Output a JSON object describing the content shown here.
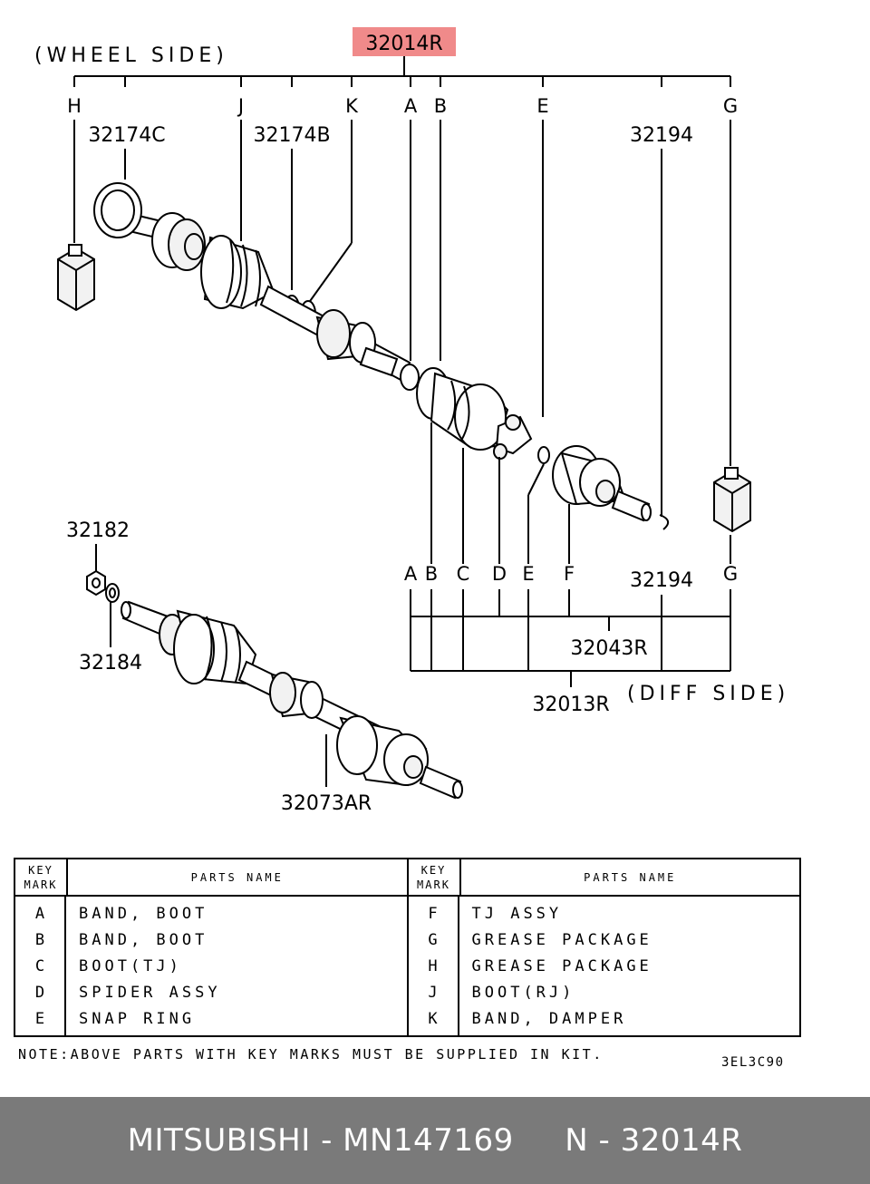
{
  "diagram": {
    "main_part": "32014R",
    "main_part_highlight": "#f08a8a",
    "wheel_side": "(WHEEL  SIDE)",
    "diff_side": "(DIFF  SIDE)",
    "top_letters": {
      "h": "H",
      "j": "J",
      "k": "K",
      "a": "A",
      "b": "B",
      "e": "E",
      "g": "G"
    },
    "bottom_letters": {
      "a": "A",
      "b": "B",
      "c": "C",
      "d": "D",
      "e": "E",
      "f": "F",
      "g": "G"
    },
    "labels": {
      "p32174c": "32174C",
      "p32174b": "32174B",
      "p32194_top": "32194",
      "p32194_bottom": "32194",
      "p32182": "32182",
      "p32184": "32184",
      "p32043r": "32043R",
      "p32013r": "32013R",
      "p32073ar": "32073AR"
    }
  },
  "table": {
    "key_header": "KEY\nMARK",
    "name_header": "PARTS  NAME",
    "left_rows": [
      {
        "key": "A",
        "name": "BAND, BOOT"
      },
      {
        "key": "B",
        "name": "BAND, BOOT"
      },
      {
        "key": "C",
        "name": "BOOT(TJ)"
      },
      {
        "key": "D",
        "name": "SPIDER ASSY"
      },
      {
        "key": "E",
        "name": "SNAP RING"
      }
    ],
    "right_rows": [
      {
        "key": "F",
        "name": "TJ ASSY"
      },
      {
        "key": "G",
        "name": "GREASE PACKAGE"
      },
      {
        "key": "H",
        "name": "GREASE PACKAGE"
      },
      {
        "key": "J",
        "name": "BOOT(RJ)"
      },
      {
        "key": "K",
        "name": "BAND, DAMPER"
      }
    ]
  },
  "note": "NOTE:ABOVE PARTS WITH KEY MARKS MUST BE SUPPLIED IN KIT.",
  "drawing_code": "3EL3C90",
  "footer": {
    "brand": "MITSUBISHI",
    "part_number": "MN147169",
    "ref": "N - 32014R",
    "background": "#7a7a7a"
  }
}
